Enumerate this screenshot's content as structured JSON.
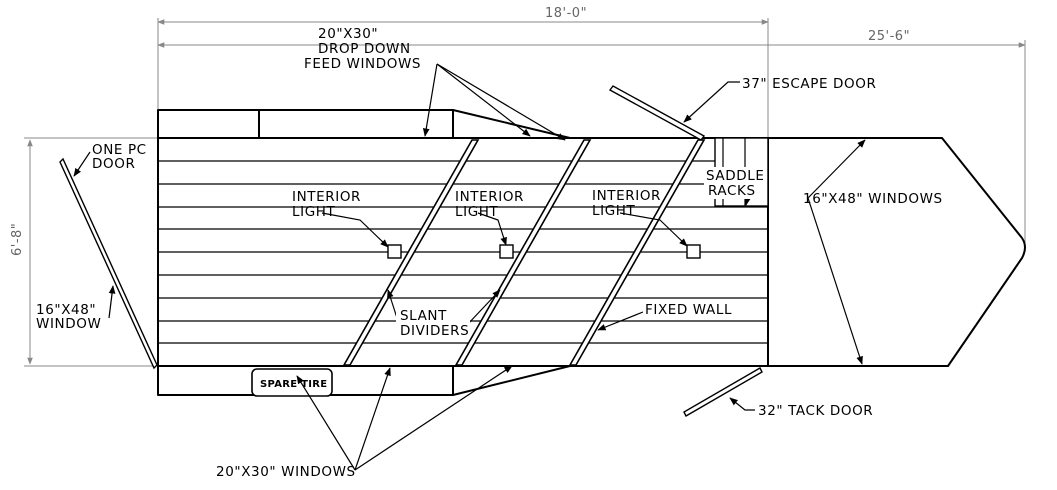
{
  "dimensions": {
    "box_length": "18'-0\"",
    "overall_length": "25'-6\"",
    "height": "6'-8\""
  },
  "labels": {
    "drop_down_line1": "20\"X30\"",
    "drop_down_line2": "DROP DOWN",
    "drop_down_line3": "FEED WINDOWS",
    "escape_door": "37\" ESCAPE DOOR",
    "one_pc_door_line1": "ONE PC",
    "one_pc_door_line2": "DOOR",
    "window_left_line1": "16\"X48\"",
    "window_left_line2": "WINDOW",
    "interior_light_1_line1": "INTERIOR",
    "interior_light_1_line2": "LIGHT",
    "interior_light_2_line1": "INTERIOR",
    "interior_light_2_line2": "LIGHT",
    "interior_light_3_line1": "INTERIOR",
    "interior_light_3_line2": "LIGHT",
    "saddle_racks_line1": "SADDLE",
    "saddle_racks_line2": "RACKS",
    "nose_windows": "16\"X48\" WINDOWS",
    "slant_dividers_line1": "SLANT",
    "slant_dividers_line2": "DIVIDERS",
    "fixed_wall": "FIXED WALL",
    "spare_tire": "SPARE TIRE",
    "tack_door": "32\" TACK DOOR",
    "side_windows": "20\"X30\" WINDOWS"
  }
}
